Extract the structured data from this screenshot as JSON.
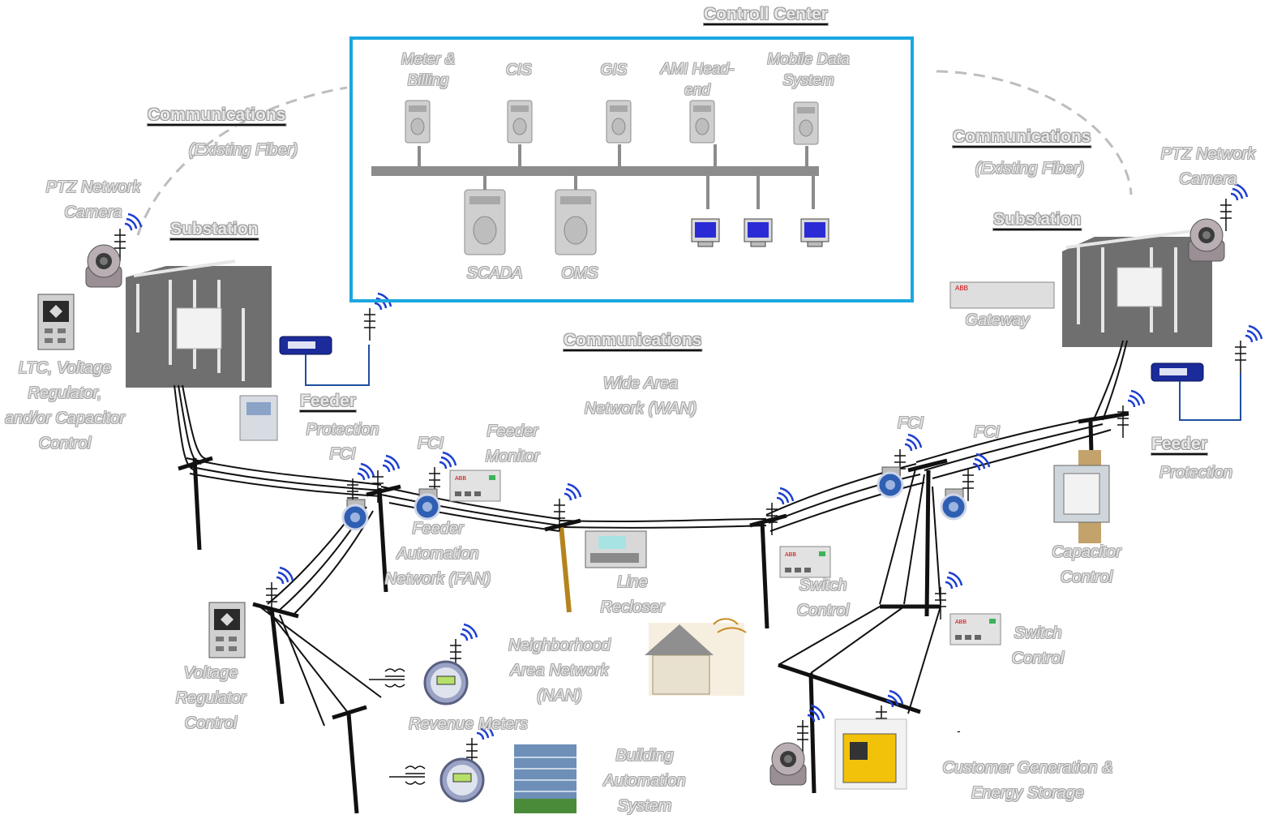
{
  "control_center": {
    "title": "Controll Center",
    "systems_top": [
      "Meter & Billing",
      "CIS",
      "GIS",
      "AMI Head-end",
      "Mobile Data System"
    ],
    "systems_bottom": [
      "SCADA",
      "OMS"
    ]
  },
  "communications": {
    "left_title": "Communications",
    "left_sub": "(Existing Fiber)",
    "right_title": "Communications",
    "right_sub": "(Existing Fiber)",
    "center_title": "Communications",
    "wan": "Wide Area Network (WAN)",
    "fan": "Feeder Automation Network (FAN)",
    "nan": "Neighborhood Area Network (NAN)"
  },
  "left_site": {
    "substation": "Substation",
    "camera": "PTZ Network Camera",
    "ltc": "LTC, Voltage Regulator, and/or Capacitor Control",
    "feeder_title": "Feeder",
    "feeder_sub": "Protection"
  },
  "right_site": {
    "substation": "Substation",
    "camera": "PTZ Network Camera",
    "gateway": "Gateway",
    "feeder_title": "Feeder",
    "feeder_sub": "Protection"
  },
  "devices": {
    "fci_left_a": "FCI",
    "fci_left_b": "FCI",
    "feeder_monitor": "Feeder Monitor",
    "line_recloser": "Line Recloser",
    "switch_control_mid": "Switch Control",
    "fci_right_a": "FCI",
    "fci_right_b": "FCI",
    "capacitor_control": "Capacitor Control",
    "switch_control_right": "Switch Control",
    "voltage_regulator": "Voltage Regulator Control",
    "revenue_meters": "Revenue Meters",
    "building_automation": "Building Automation System",
    "customer_generation": "Customer Generation & Energy Storage"
  },
  "colors": {
    "control_center_border": "#1aa7e0",
    "wireless": "#1e3fd0",
    "label_fill": "#e6e6e6",
    "label_outline": "#a6a6a6"
  }
}
